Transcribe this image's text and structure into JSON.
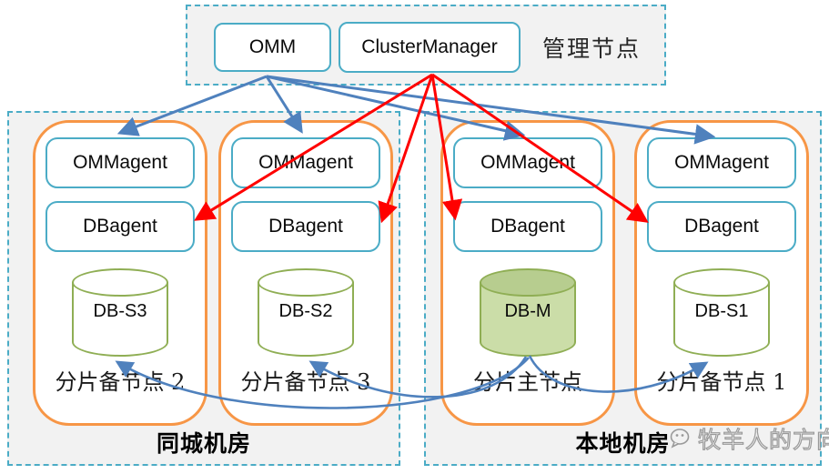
{
  "management": {
    "title": "管理节点",
    "omm_label": "OMM",
    "cluster_manager_label": "ClusterManager"
  },
  "rooms": {
    "left_label": "同城机房",
    "right_label": "本地机房"
  },
  "nodes": [
    {
      "ommagent": "OMMagent",
      "dbagent": "DBagent",
      "db": "DB-S3",
      "label": "分片备节点 2",
      "role": "standby"
    },
    {
      "ommagent": "OMMagent",
      "dbagent": "DBagent",
      "db": "DB-S2",
      "label": "分片备节点 3",
      "role": "standby"
    },
    {
      "ommagent": "OMMagent",
      "dbagent": "DBagent",
      "db": "DB-M",
      "label": "分片主节点",
      "role": "master"
    },
    {
      "ommagent": "OMMagent",
      "dbagent": "DBagent",
      "db": "DB-S1",
      "label": "分片备节点 1",
      "role": "standby"
    }
  ],
  "watermark": {
    "text": "牧羊人的方向"
  },
  "colors": {
    "dashed_border": "#4BACC6",
    "node_border": "#F79646",
    "cylinder_border": "#8FAE54",
    "master_fill": "#CBDDA8",
    "blue_arrow": "#4F81BD",
    "red_arrow": "#FF0000",
    "region_bg": "#F2F2F2"
  }
}
